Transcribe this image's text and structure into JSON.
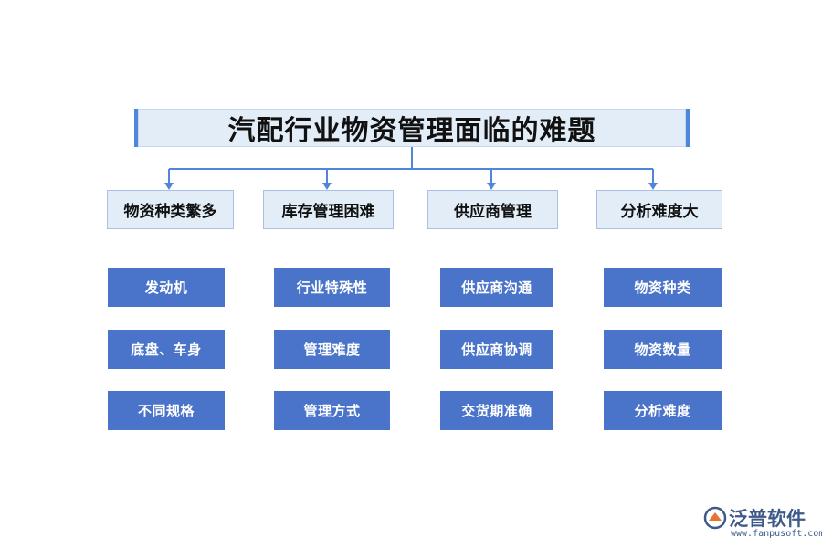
{
  "title": "汽配行业物资管理面临的难题",
  "categories": [
    {
      "label": "物资种类繁多",
      "items": [
        "发动机",
        "底盘、车身",
        "不同规格"
      ]
    },
    {
      "label": "库存管理困难",
      "items": [
        "行业特殊性",
        "管理难度",
        "管理方式"
      ]
    },
    {
      "label": "供应商管理",
      "items": [
        "供应商沟通",
        "供应商协调",
        "交货期准确"
      ]
    },
    {
      "label": "分析难度大",
      "items": [
        "物资种类",
        "物资数量",
        "分析难度"
      ]
    }
  ],
  "logo": {
    "name": "泛普软件",
    "url": "www.fanpusoft.com"
  },
  "colors": {
    "accent": "#4f86d9",
    "item_fill": "#4a74c9",
    "header_fill": "#e3edf8"
  }
}
